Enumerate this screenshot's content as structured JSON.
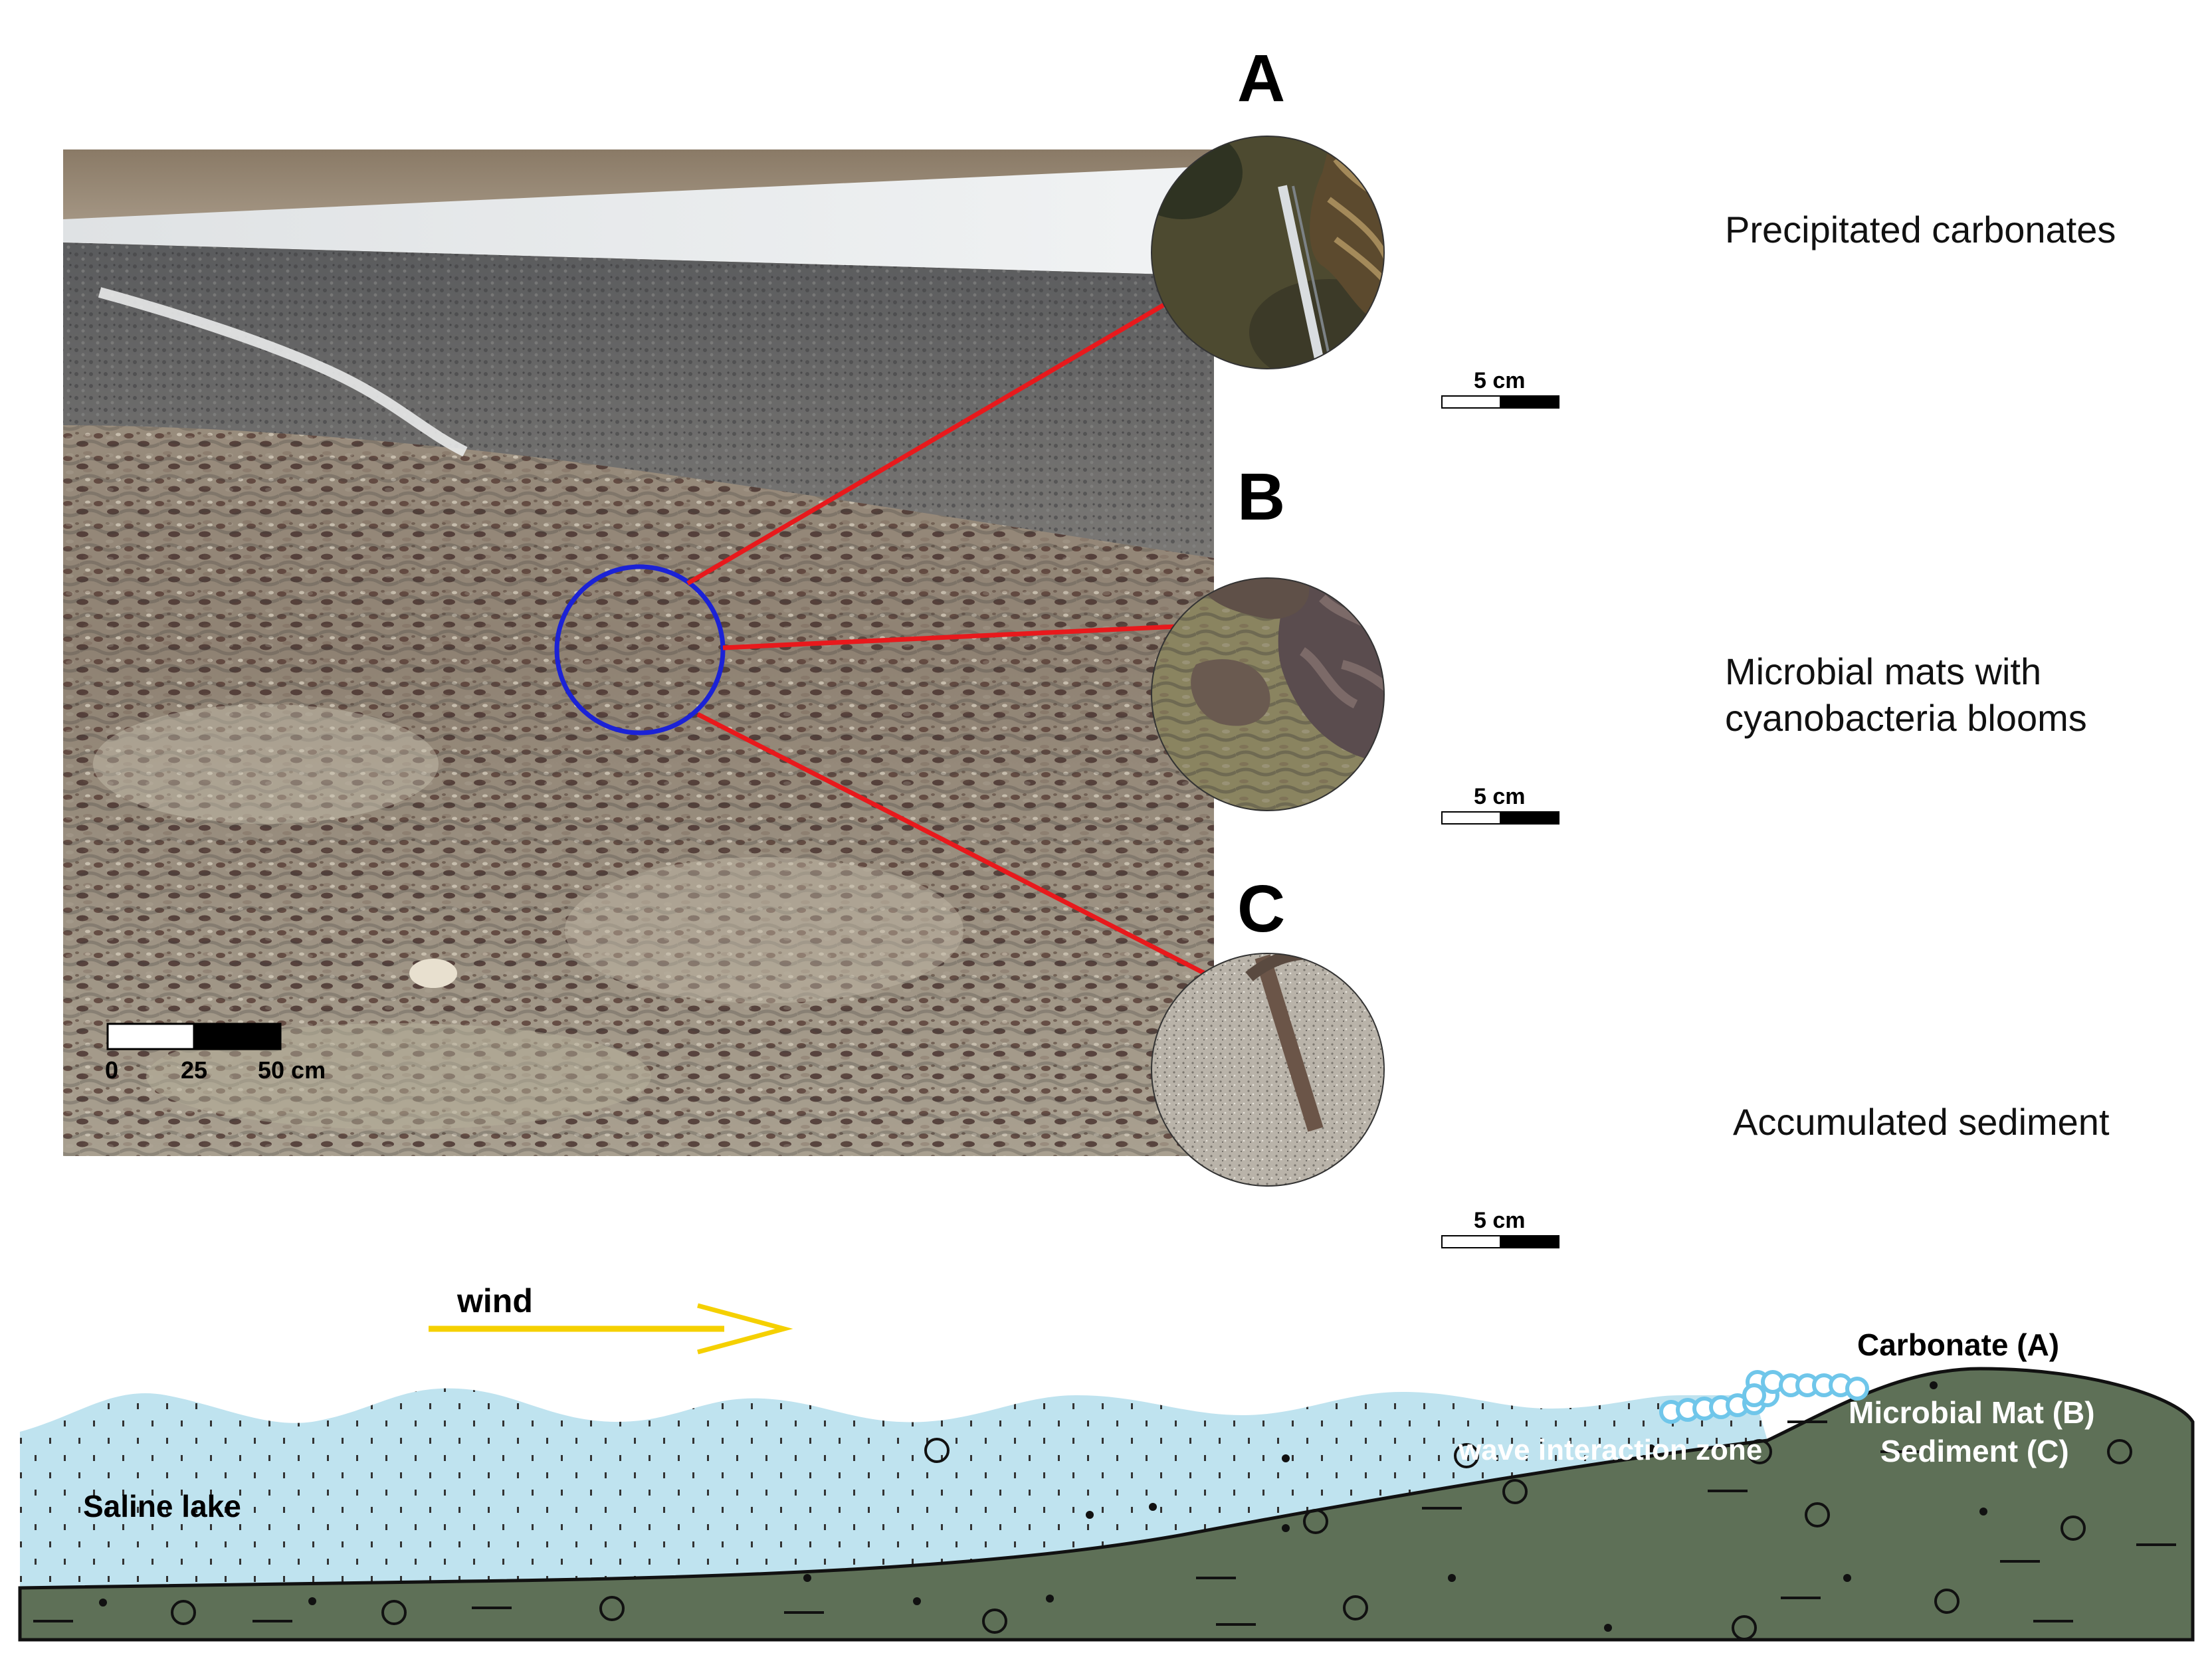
{
  "panels": [
    {
      "letter": "A",
      "caption": "Precipitated carbonates",
      "scale_label": "5 cm"
    },
    {
      "letter": "B",
      "caption_lines": [
        "Microbial mats with",
        "cyanobacteria blooms"
      ],
      "scale_label": "5 cm"
    },
    {
      "letter": "C",
      "caption": "Accumulated sediment",
      "scale_label": "5 cm"
    }
  ],
  "photo": {
    "scale_ticks": [
      "0",
      "25",
      "50 cm"
    ]
  },
  "cross_section": {
    "wind_label": "wind",
    "lake_label": "Saline lake",
    "wave_zone_label": "wave interaction zone",
    "carbonate_label": "Carbonate (A)",
    "mat_label": "Microbial Mat (B)",
    "sediment_label": "Sediment (C)"
  },
  "colors": {
    "arrow": "#e8191c",
    "circle": "#1b22d6",
    "wind": "#f5d000",
    "water": "#bfe3ef",
    "sediment": "#5e7057",
    "bubbles": "#6fc6ea"
  }
}
